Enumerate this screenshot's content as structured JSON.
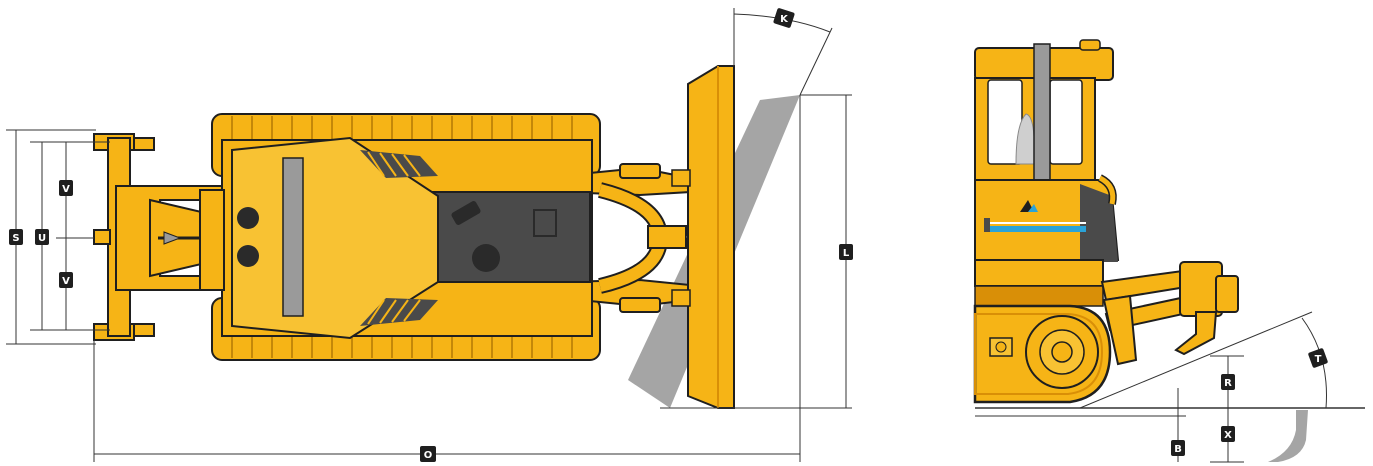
{
  "colors": {
    "body": "#f6b416",
    "body_dark": "#d98f07",
    "outline": "#1f1f1f",
    "dark_grey": "#4a4a4a",
    "grey": "#9a9a9a",
    "shadow": "#a5a5a5",
    "dim_line": "#333333",
    "stripe": "#2aa3d8",
    "label_bg": "#1f1f1f"
  },
  "labels": {
    "S": "S",
    "U": "U",
    "V_top": "V",
    "V_bottom": "V",
    "K": "K",
    "L": "L",
    "O": "O",
    "T": "T",
    "R": "R",
    "X": "X",
    "B": "B"
  }
}
